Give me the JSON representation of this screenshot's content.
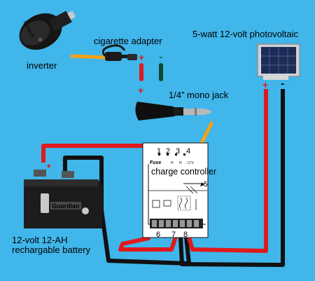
{
  "labels": {
    "inverter": "inverter",
    "cigarette_adapter": "cigarette adapter",
    "pv": "5-watt 12-volt photovoltaic",
    "mono_jack": "1/4” mono jack",
    "charge_controller": "charge controller",
    "battery_line1": "12-volt 12-AH",
    "battery_line2": "rechargable battery"
  },
  "controller": {
    "terminal_1": "1",
    "terminal_2": "2",
    "terminal_3": "3",
    "terminal_4": "4",
    "fuse": "Fuse",
    "terminal_5": "5",
    "terminal_6": "6",
    "terminal_7": "7",
    "terminal_8": "8"
  },
  "polarity": {
    "adapter_plus": "+",
    "adapter_minus": "-",
    "jack_plus": "+",
    "pv_plus": "+",
    "pv_minus": "-",
    "battery_plus": "+",
    "battery_minus": "-"
  },
  "brand": {
    "inverter_logo": "Duracell",
    "battery_logo": "Guardian"
  },
  "colors": {
    "background": "#40b6ea",
    "wire_red": "#e0191c",
    "wire_black": "#111111",
    "cable_orange": "#f2a21c",
    "sign_red": "#e0191c",
    "sign_green": "#0b7a3a"
  }
}
